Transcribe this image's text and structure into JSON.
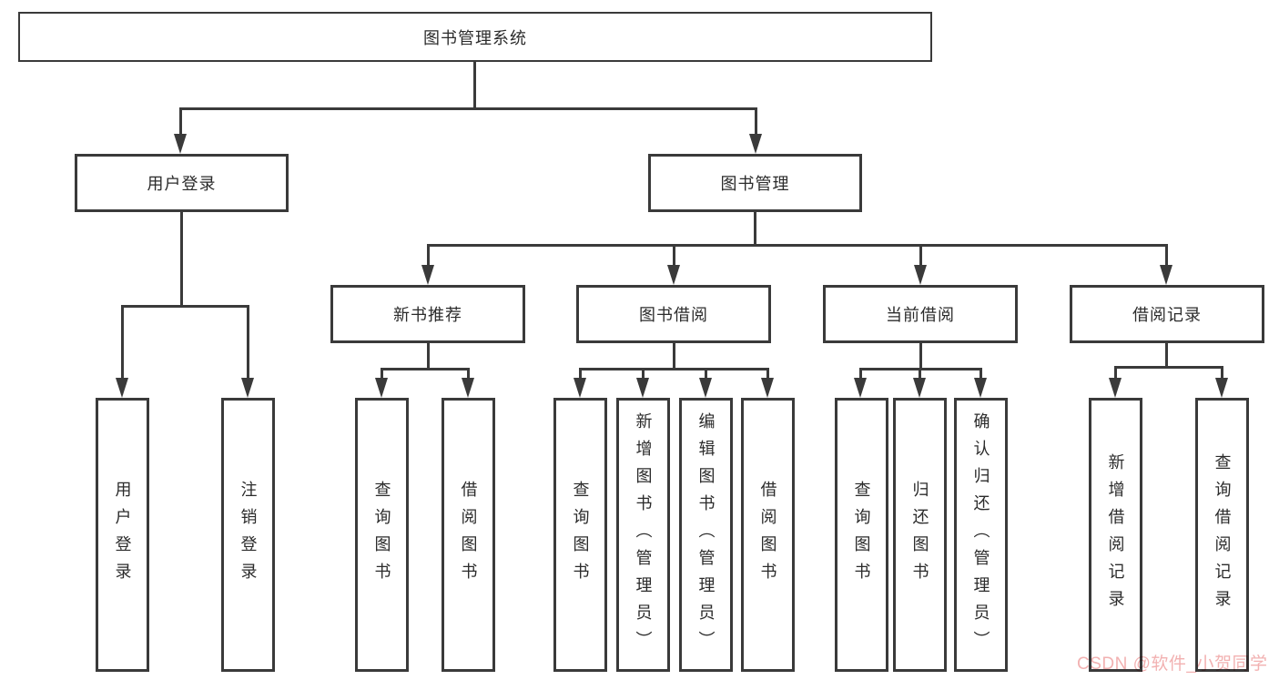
{
  "diagram": {
    "title": "图书管理系统",
    "root": {
      "label": "图书管理系统",
      "children": [
        {
          "label": "用户登录",
          "children": [
            {
              "label": "用户登录"
            },
            {
              "label": "注销登录"
            }
          ]
        },
        {
          "label": "图书管理",
          "children": [
            {
              "label": "新书推荐",
              "children": [
                {
                  "label": "查询图书"
                },
                {
                  "label": "借阅图书"
                }
              ]
            },
            {
              "label": "图书借阅",
              "children": [
                {
                  "label": "查询图书"
                },
                {
                  "label": "新增图书（管理员）"
                },
                {
                  "label": "编辑图书（管理员）"
                },
                {
                  "label": "借阅图书"
                }
              ]
            },
            {
              "label": "当前借阅",
              "children": [
                {
                  "label": "查询图书"
                },
                {
                  "label": "归还图书"
                },
                {
                  "label": "确认归还（管理员）"
                }
              ]
            },
            {
              "label": "借阅记录",
              "children": [
                {
                  "label": "新增借阅记录"
                },
                {
                  "label": "查询借阅记录"
                }
              ]
            }
          ]
        }
      ]
    },
    "colors": {
      "line": "#3a3a3a",
      "box_background": "#ffffff",
      "text": "#2b2b2b",
      "watermark": "#f2b1b1"
    }
  },
  "watermark": {
    "text": "CSDN @软件_小贺同学"
  }
}
